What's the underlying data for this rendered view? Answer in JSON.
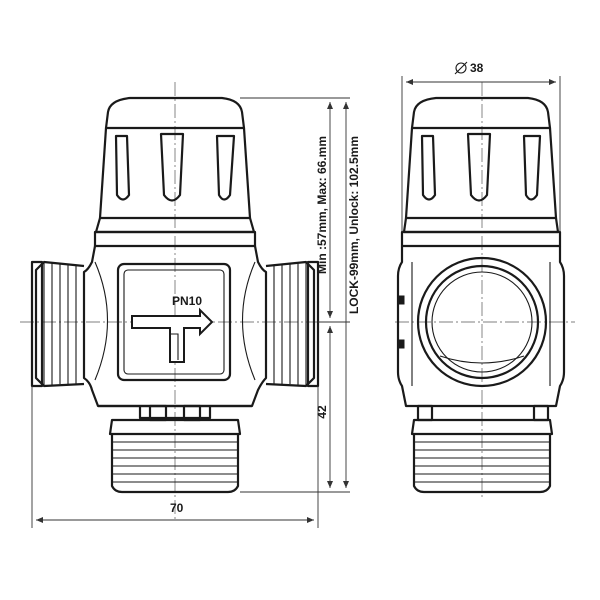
{
  "labels": {
    "diameter": "38",
    "width": "70",
    "height_lower": "42",
    "pressure": "PN10",
    "range_vertical_1": "Min :57mm,      Max: 66.mm",
    "range_vertical_2": "LOCK-99mm,    Unlock: 102.5mm"
  },
  "colors": {
    "line": "#1a1a1a",
    "background": "#ffffff"
  }
}
